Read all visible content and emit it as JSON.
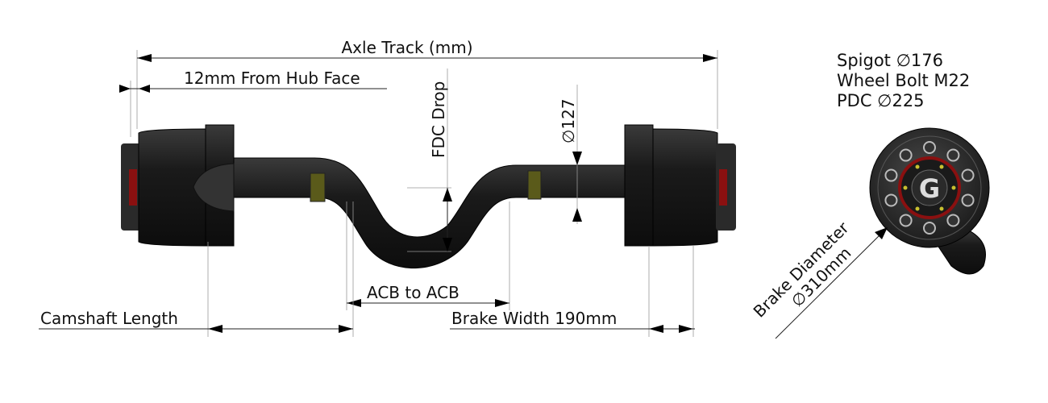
{
  "dimensions": {
    "axle_track": "Axle Track (mm)",
    "hub_face": "12mm From Hub Face",
    "fdc_drop": "FDC Drop",
    "tube_diameter": "∅127",
    "acb_to_acb": "ACB to ACB",
    "camshaft_length": "Camshaft Length",
    "brake_width": "Brake Width 190mm",
    "brake_diameter_label": "Brake Diameter",
    "brake_diameter_value": "∅310mm"
  },
  "specs": {
    "spigot": "Spigot  ∅176",
    "wheel_bolt": "Wheel Bolt M22",
    "pdc": "PDC  ∅225"
  },
  "logo": "G",
  "colors": {
    "body": "#1c1c1c",
    "accent_red": "#8a1010",
    "bolt": "#555555"
  }
}
